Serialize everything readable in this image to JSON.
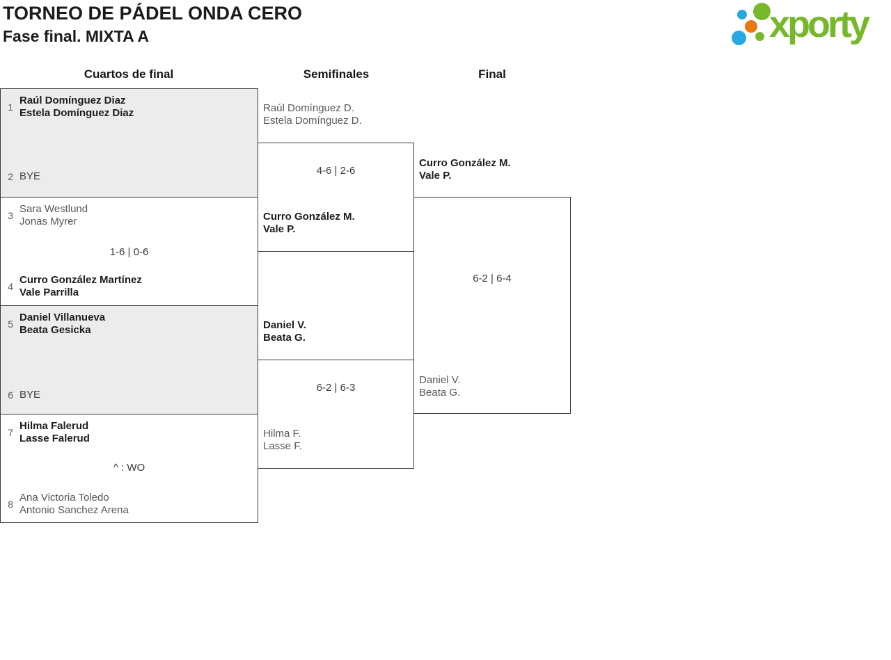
{
  "header": {
    "title": "TORNEO DE PÁDEL ONDA CERO",
    "subtitle": "Fase final. MIXTA A"
  },
  "logo": {
    "brand": "xporty",
    "colors": {
      "green": "#76b82a",
      "blue": "#29a8e0",
      "orange": "#e8790f"
    }
  },
  "rounds": [
    {
      "label": "Cuartos de final"
    },
    {
      "label": "Semifinales"
    },
    {
      "label": "Final"
    }
  ],
  "quarterfinals": [
    {
      "seed_top": "1",
      "team_top": [
        "Raúl Domínguez Diaz",
        "Estela Domínguez Diaz"
      ],
      "top_winner": true,
      "score": "",
      "seed_bottom": "2",
      "team_bottom": [
        "BYE"
      ],
      "bottom_winner": false
    },
    {
      "seed_top": "3",
      "team_top": [
        "Sara Westlund",
        "Jonas Myrer"
      ],
      "top_winner": false,
      "score": "1-6 | 0-6",
      "seed_bottom": "4",
      "team_bottom": [
        "Curro González Martínez",
        "Vale Parrilla"
      ],
      "bottom_winner": true
    },
    {
      "seed_top": "5",
      "team_top": [
        "Daniel Villanueva",
        "Beata Gesicka"
      ],
      "top_winner": true,
      "score": "",
      "seed_bottom": "6",
      "team_bottom": [
        "BYE"
      ],
      "bottom_winner": false
    },
    {
      "seed_top": "7",
      "team_top": [
        "Hilma Falerud",
        "Lasse Falerud"
      ],
      "top_winner": true,
      "score": "^ : WO",
      "seed_bottom": "8",
      "team_bottom": [
        "Ana Victoria Toledo",
        "Antonio Sanchez Arena"
      ],
      "bottom_winner": false
    }
  ],
  "semifinals": [
    {
      "team_top": [
        "Raúl Domínguez D.",
        "Estela Domínguez D."
      ],
      "top_winner": false,
      "score": "4-6 | 2-6",
      "team_bottom": [
        "Curro González M.",
        "Vale P."
      ],
      "bottom_winner": true
    },
    {
      "team_top": [
        "Daniel V.",
        "Beata G."
      ],
      "top_winner": true,
      "score": "6-2 | 6-3",
      "team_bottom": [
        "Hilma F.",
        "Lasse F."
      ],
      "bottom_winner": false
    }
  ],
  "final": {
    "team_top": [
      "Curro González M.",
      "Vale P."
    ],
    "top_winner": true,
    "score": "6-2 | 6-4",
    "team_bottom": [
      "Daniel V.",
      "Beata G."
    ],
    "bottom_winner": false
  }
}
